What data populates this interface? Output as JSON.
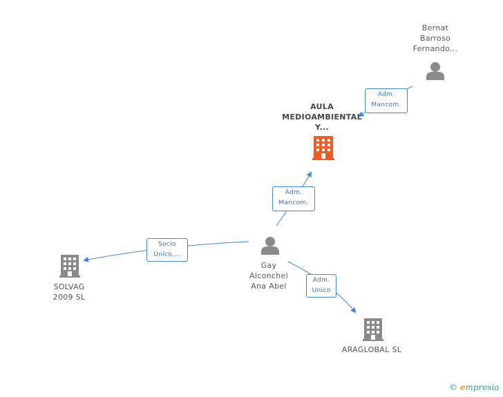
{
  "colors": {
    "edge": "#3a87d6",
    "person_icon": "#8a8a8a",
    "company_icon": "#8a8a8a",
    "focus_company_icon": "#f15a24",
    "label_text": "#555555"
  },
  "nodes": {
    "bernat": {
      "label": "Bernat\nBarroso\nFernando...",
      "icon": "person-icon"
    },
    "aula": {
      "label": "AULA\nMEDIOAMBIENTAL\nY...",
      "icon": "company-icon-focus"
    },
    "gay": {
      "label": "Gay\nAlconchel\nAna Abel",
      "icon": "person-icon"
    },
    "solvag": {
      "label": "SOLVAG\n2009 SL",
      "icon": "company-icon"
    },
    "araglobal": {
      "label": "ARAGLOBAL SL",
      "icon": "company-icon"
    }
  },
  "edges": {
    "bernat_aula": "Adm.\nMancom.",
    "gay_aula": "Adm.\nMancom.",
    "gay_solvag": "Socio\nÚnico,...",
    "gay_araglobal": "Adm.\nUnico"
  },
  "watermark": {
    "symbol": "©",
    "brand_initial": "e",
    "brand_rest": "mpresia"
  }
}
